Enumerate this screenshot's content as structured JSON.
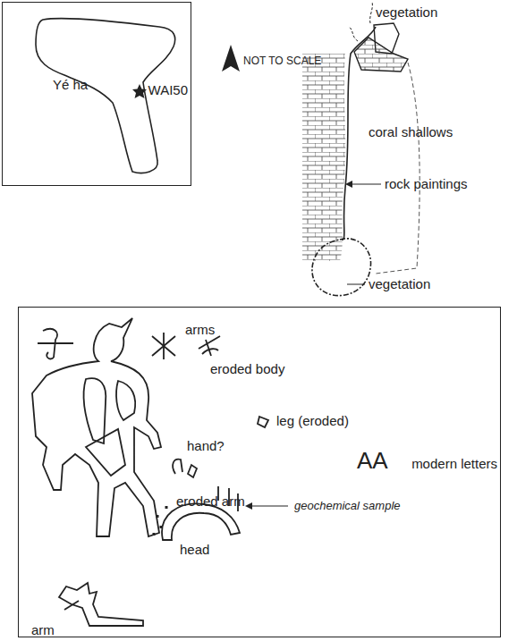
{
  "diagram": {
    "nodes": [
      {
        "text": [
          "Yé ha",
          "WAI50"
        ]
      },
      {
        "text": [
          "arms",
          "eroded body",
          "leg (eroded)",
          "hand?",
          "AA",
          "modern letters",
          "eroded arm",
          "geochemical sample",
          "head",
          "arm"
        ]
      }
    ],
    "labels": [
      "NOT TO SCALE",
      "vegetation",
      "coral shallows",
      "rock paintings",
      "vegetation"
    ]
  }
}
